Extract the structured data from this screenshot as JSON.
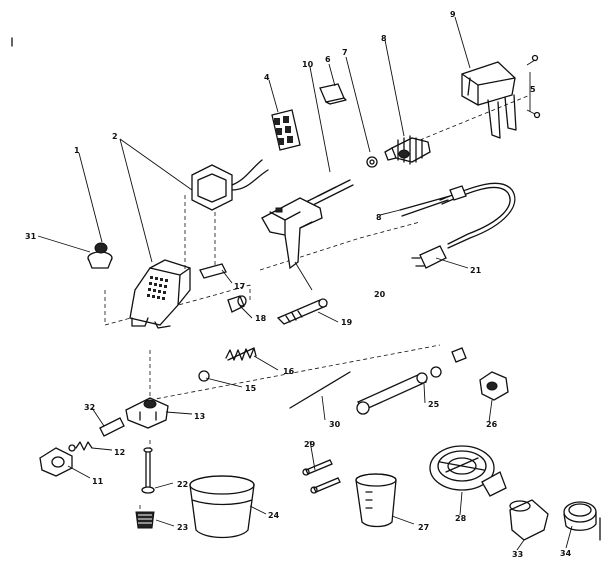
{
  "callouts": {
    "c1": "1",
    "c2": "2",
    "c4": "4",
    "c5": "5",
    "c6": "6",
    "c7": "7",
    "c8": "8",
    "c9": "9",
    "c10": "10",
    "c11": "11",
    "c12": "12",
    "c13": "13",
    "c15": "15",
    "c16": "16",
    "c17": "17",
    "c18": "18",
    "c19": "19",
    "c20": "20",
    "c21": "21",
    "c22": "22",
    "c23": "23",
    "c24": "24",
    "c25": "25",
    "c26": "26",
    "c27": "27",
    "c28": "28",
    "c29": "29",
    "c30": "30",
    "c31": "31",
    "c32": "32",
    "c33": "33",
    "c34": "34",
    "c8b": "8"
  }
}
